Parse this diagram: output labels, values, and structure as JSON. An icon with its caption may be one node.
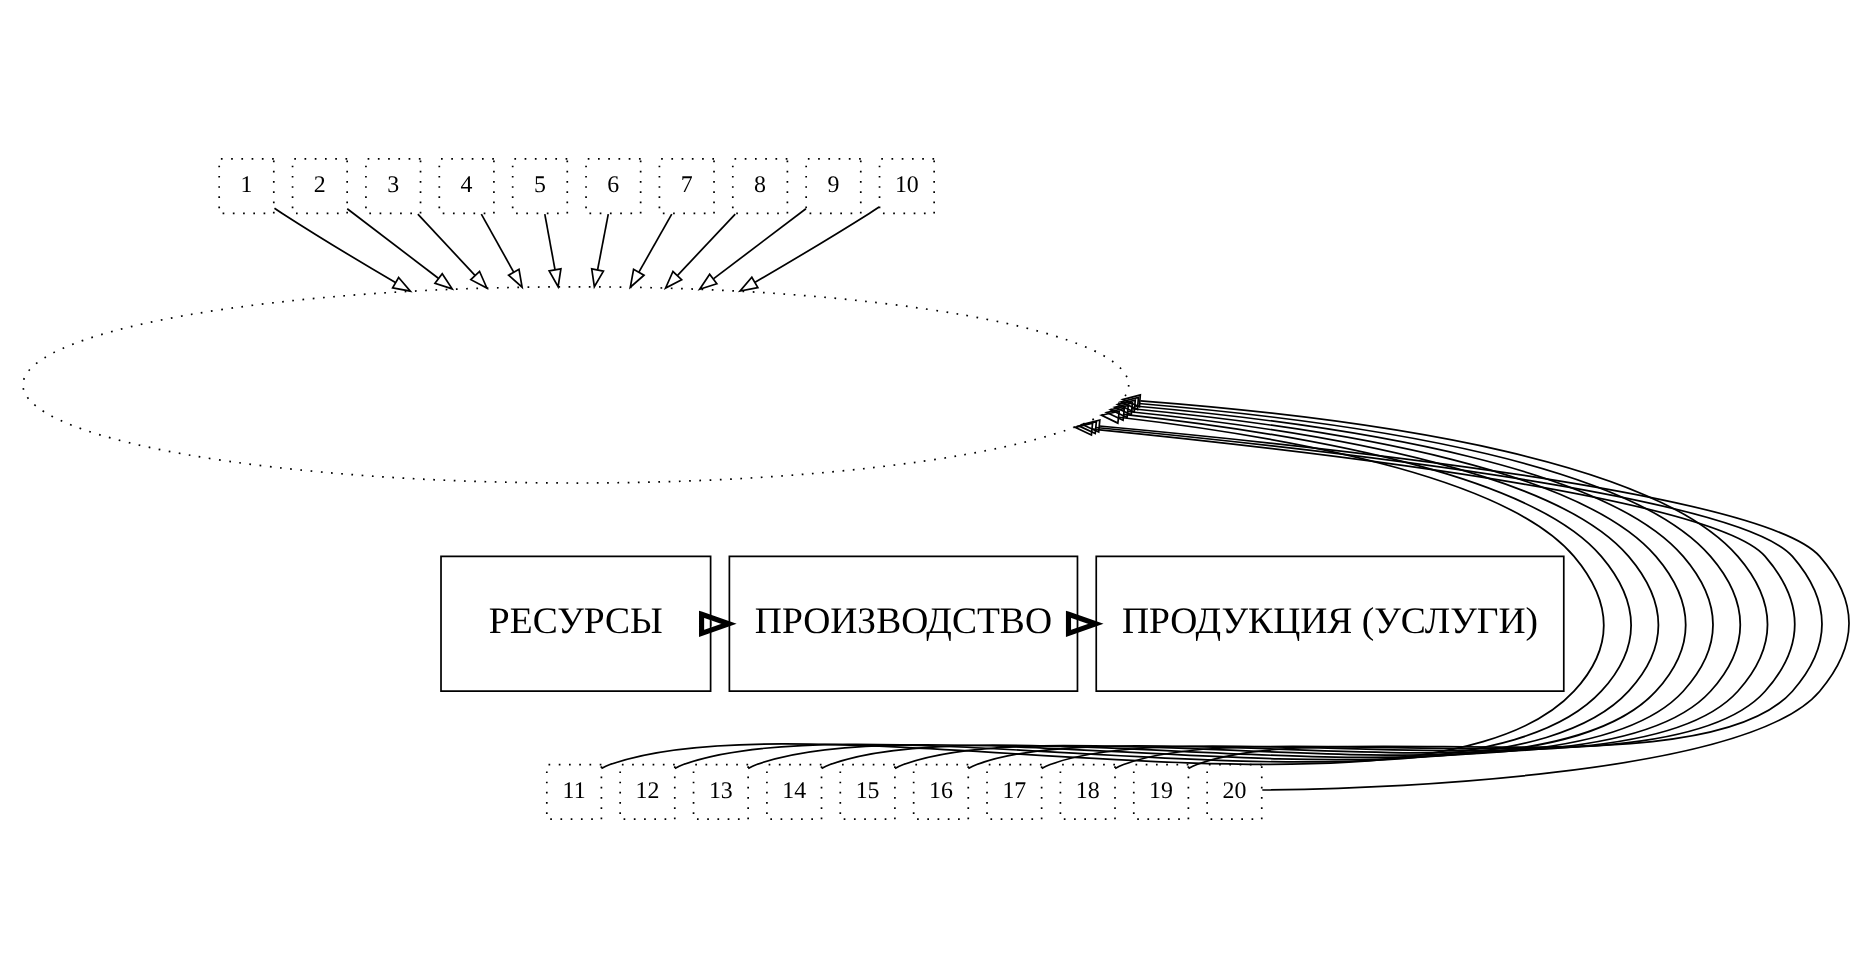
{
  "diagram": {
    "nodes": [
      {
        "text": [
          "1"
        ]
      },
      {
        "text": [
          "2"
        ]
      },
      {
        "text": [
          "3"
        ]
      },
      {
        "text": [
          "4"
        ]
      },
      {
        "text": [
          "5"
        ]
      },
      {
        "text": [
          "6"
        ]
      },
      {
        "text": [
          "7"
        ]
      },
      {
        "text": [
          "8"
        ]
      },
      {
        "text": [
          "9"
        ]
      },
      {
        "text": [
          "10"
        ]
      },
      {
        "text": [],
        "shape": "ellipse"
      },
      {
        "text": [
          "РЕСУРСЫ"
        ]
      },
      {
        "text": [
          "ПРОИЗВОДСТВО"
        ]
      },
      {
        "text": [
          "ПРОДУКЦИЯ (УСЛУГИ)"
        ]
      },
      {
        "text": [
          "11"
        ]
      },
      {
        "text": [
          "12"
        ]
      },
      {
        "text": [
          "13"
        ]
      },
      {
        "text": [
          "14"
        ]
      },
      {
        "text": [
          "15"
        ]
      },
      {
        "text": [
          "16"
        ]
      },
      {
        "text": [
          "17"
        ]
      },
      {
        "text": [
          "18"
        ]
      },
      {
        "text": [
          "19"
        ]
      },
      {
        "text": [
          "20"
        ]
      }
    ],
    "edges": [
      {
        "from": 11,
        "to": 12,
        "arrow": "to",
        "style": "thick"
      },
      {
        "from": 12,
        "to": 13,
        "arrow": "to",
        "style": "thick"
      },
      {
        "from": 0,
        "to": 10,
        "arrow": "to"
      },
      {
        "from": 1,
        "to": 10,
        "arrow": "to"
      },
      {
        "from": 2,
        "to": 10,
        "arrow": "to"
      },
      {
        "from": 3,
        "to": 10,
        "arrow": "to"
      },
      {
        "from": 4,
        "to": 10,
        "arrow": "to"
      },
      {
        "from": 5,
        "to": 10,
        "arrow": "to"
      },
      {
        "from": 6,
        "to": 10,
        "arrow": "to"
      },
      {
        "from": 7,
        "to": 10,
        "arrow": "to"
      },
      {
        "from": 8,
        "to": 10,
        "arrow": "to"
      },
      {
        "from": 9,
        "to": 10,
        "arrow": "to"
      },
      {
        "from": 14,
        "to": 10,
        "arrow": "to"
      },
      {
        "from": 15,
        "to": 10,
        "arrow": "to"
      },
      {
        "from": 16,
        "to": 10,
        "arrow": "to"
      },
      {
        "from": 17,
        "to": 10,
        "arrow": "to"
      },
      {
        "from": 18,
        "to": 10,
        "arrow": "to"
      },
      {
        "from": 19,
        "to": 10,
        "arrow": "to"
      },
      {
        "from": 20,
        "to": 10,
        "arrow": "to"
      },
      {
        "from": 21,
        "to": 10,
        "arrow": "to"
      },
      {
        "from": 22,
        "to": 10,
        "arrow": "to"
      },
      {
        "from": 23,
        "to": 10,
        "arrow": "to"
      }
    ]
  }
}
